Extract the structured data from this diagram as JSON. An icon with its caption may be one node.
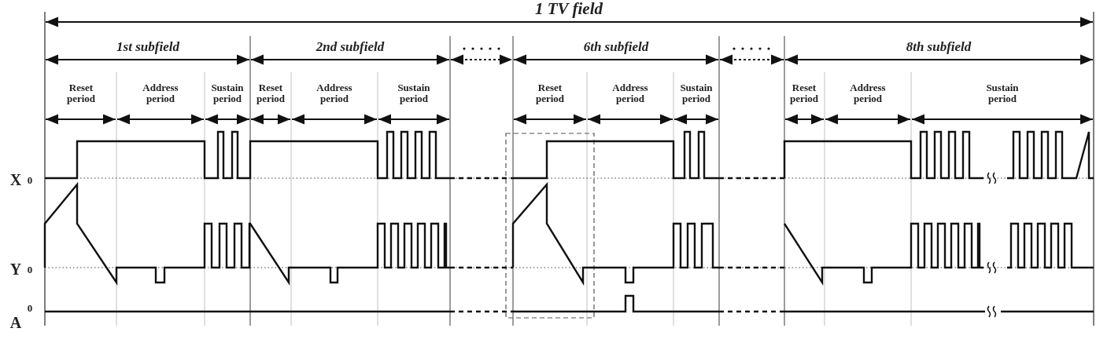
{
  "diagram": {
    "labels": [
      "1 TV field",
      "1st subfield",
      "2nd subfield",
      "6th subfield",
      "8th subfield",
      "Reset period",
      "Address period",
      "Sustain period",
      "Reset period",
      "Address period",
      "Sustain period",
      "Reset period",
      "Address period",
      "Sustain period",
      "Reset period",
      "Address period",
      "Sustain period",
      "X",
      "0",
      "Y",
      "0",
      "A",
      "0"
    ]
  }
}
